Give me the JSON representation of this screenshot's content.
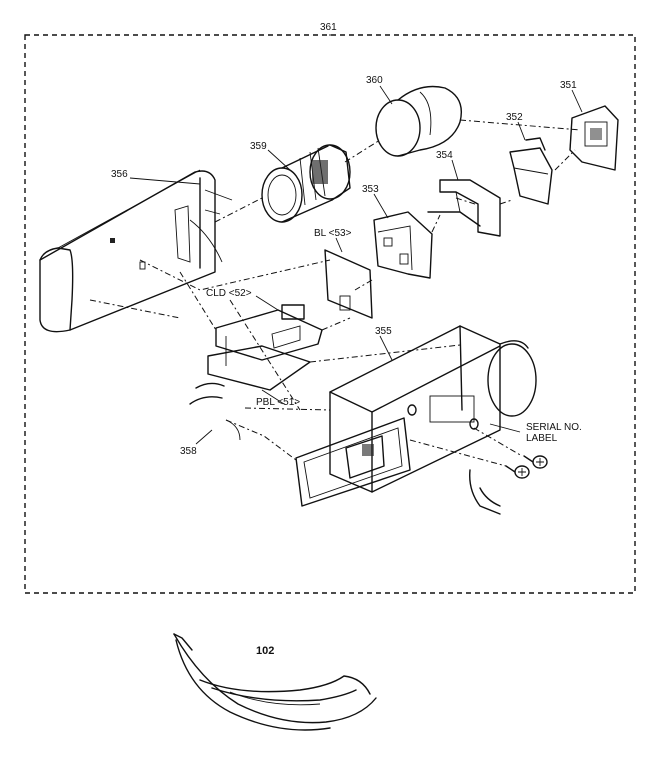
{
  "labels": {
    "assembly": "361",
    "eyecup": "360",
    "lens_barrel": "359",
    "rear_cover": "356",
    "bracket": "353",
    "holder": "354",
    "plate": "352",
    "end_cap": "351",
    "board_bl": "BL <53>",
    "board_cld": "CLD <52>",
    "main_body": "355",
    "board_pbl": "PBL <51>",
    "cable": "358",
    "serial_label_line1": "SERIAL NO.",
    "serial_label_line2": "LABEL",
    "strap": "102"
  },
  "colors": {
    "line": "#111111",
    "background": "#ffffff",
    "shade": "#e8e8e8"
  }
}
